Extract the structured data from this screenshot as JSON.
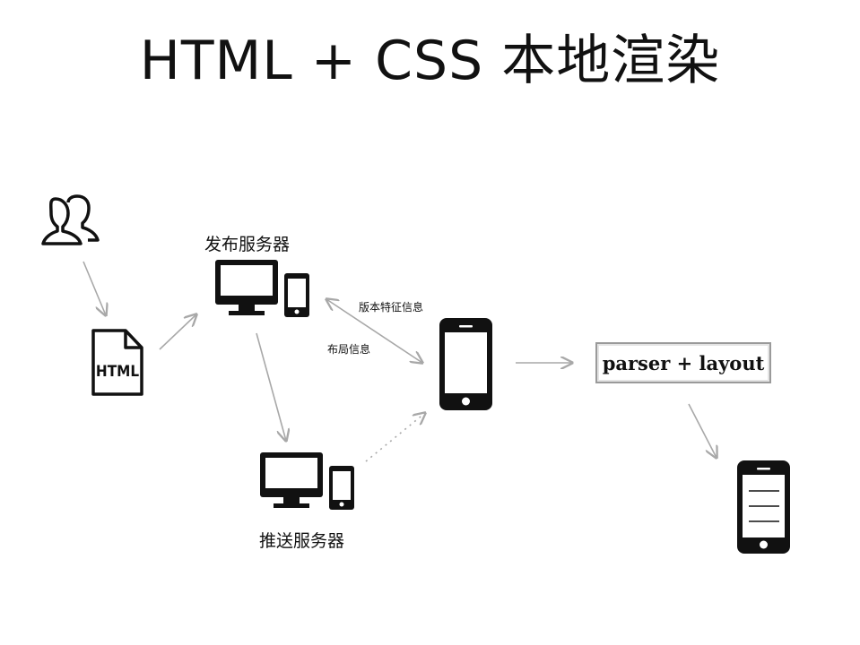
{
  "slide": {
    "title": "HTML + CSS 本地渲染"
  },
  "nodes": {
    "users": {
      "icon": "users-icon"
    },
    "html_file": {
      "icon": "html-file-icon",
      "label": "HTML"
    },
    "publish_server": {
      "icon": "server-icon",
      "label": "发布服务器"
    },
    "push_server": {
      "icon": "server-icon",
      "label": "推送服务器"
    },
    "client_phone": {
      "icon": "smartphone-icon"
    },
    "parser": {
      "label": "parser + layout"
    },
    "result_phone": {
      "icon": "smartphone-document-icon"
    }
  },
  "edges": {
    "version_feature": "版本特征信息",
    "layout_info": "布局信息"
  },
  "colors": {
    "ink": "#111111",
    "arrow": "#a8a8a8",
    "box_border": "#9a9a9a"
  }
}
